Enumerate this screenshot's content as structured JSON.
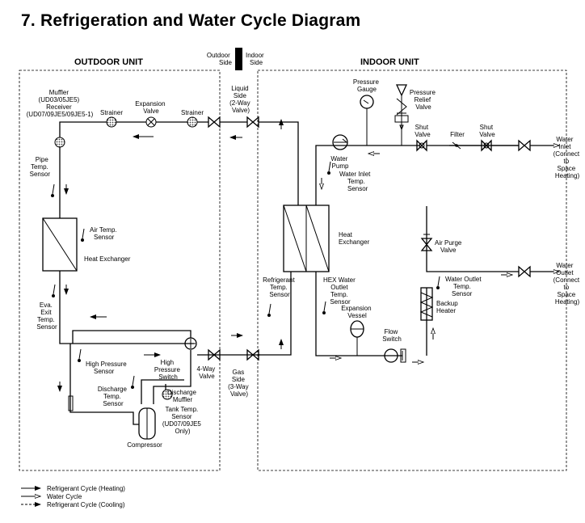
{
  "title": "7.  Refrigeration and Water Cycle Diagram",
  "sections": {
    "outdoor_unit": "OUTDOOR UNIT",
    "indoor_unit": "INDOOR UNIT",
    "outdoor_side": [
      "Outdoor",
      "Side"
    ],
    "indoor_side": [
      "Indoor",
      "Side"
    ]
  },
  "labels": {
    "muffler_receiver": [
      "Muffler",
      "(UD03/05JE5)",
      "Receiver",
      "(UD07/09JE5/09JE5-1)"
    ],
    "strainer_left": [
      "Strainer"
    ],
    "expansion_valve": [
      "Expansion",
      "Valve"
    ],
    "strainer_right": [
      "Strainer"
    ],
    "liquid_side": [
      "Liquid",
      "Side",
      "(2-Way",
      "Valve)"
    ],
    "pipe_temp_sensor": [
      "Pipe",
      "Temp.",
      "Sensor"
    ],
    "air_temp_sensor": [
      "Air Temp.",
      "Sensor"
    ],
    "heat_exchanger_out": [
      "Heat Exchanger"
    ],
    "eva_exit_sensor": [
      "Eva.",
      "Exit",
      "Temp.",
      "Sensor"
    ],
    "high_pressure_sensor": [
      "High Pressure",
      "Sensor"
    ],
    "high_pressure_switch": [
      "High",
      "Pressure",
      "Switch"
    ],
    "four_way_valve": [
      "4-Way",
      "Valve"
    ],
    "discharge_temp_sensor": [
      "Discharge",
      "Temp.",
      "Sensor"
    ],
    "discharge_muffler": [
      "Discharge",
      "Muffler"
    ],
    "tank_temp_sensor": [
      "Tank Temp.",
      "Sensor",
      "(UD07/09JE5",
      "Only)"
    ],
    "compressor": [
      "Compressor"
    ],
    "gas_side": [
      "Gas",
      "Side",
      "(3-Way",
      "Valve)"
    ],
    "refrigerant_temp_sensor": [
      "Refrigerant",
      "Temp.",
      "Sensor"
    ],
    "pressure_gauge": [
      "Pressure",
      "Gauge"
    ],
    "pressure_relief_valve": [
      "Pressure",
      "Relief",
      "Valve"
    ],
    "shut_valve_1": [
      "Shut",
      "Valve"
    ],
    "filter": [
      "Filter"
    ],
    "shut_valve_2": [
      "Shut",
      "Valve"
    ],
    "water_inlet": [
      "Water",
      "Inlet",
      "(Connect",
      "to",
      "Space",
      "Heating)"
    ],
    "water_pump": [
      "Water",
      "Pump"
    ],
    "water_inlet_temp_sensor": [
      "Water Inlet",
      "Temp.",
      "Sensor"
    ],
    "heat_exchanger_in": [
      "Heat",
      "Exchanger"
    ],
    "air_purge_valve": [
      "Air Purge",
      "Valve"
    ],
    "water_outlet": [
      "Water",
      "Outlet",
      "(Connect",
      "to",
      "Space",
      "Heating)"
    ],
    "water_outlet_temp_sensor": [
      "Water Outlet",
      "Temp.",
      "Sensor"
    ],
    "backup_heater": [
      "Backup",
      "Heater"
    ],
    "hex_water_outlet_sensor": [
      "HEX Water",
      "Outlet",
      "Temp.",
      "Sensor"
    ],
    "expansion_vessel": [
      "Expansion",
      "Vessel"
    ],
    "flow_switch": [
      "Flow",
      "Switch"
    ]
  },
  "legend": [
    {
      "style": "solid-filled-arrow",
      "label": "Refrigerant Cycle (Heating)"
    },
    {
      "style": "solid-open-arrow",
      "label": "Water Cycle"
    },
    {
      "style": "dashed-arrow",
      "label": "Refrigerant Cycle (Cooling)"
    }
  ]
}
